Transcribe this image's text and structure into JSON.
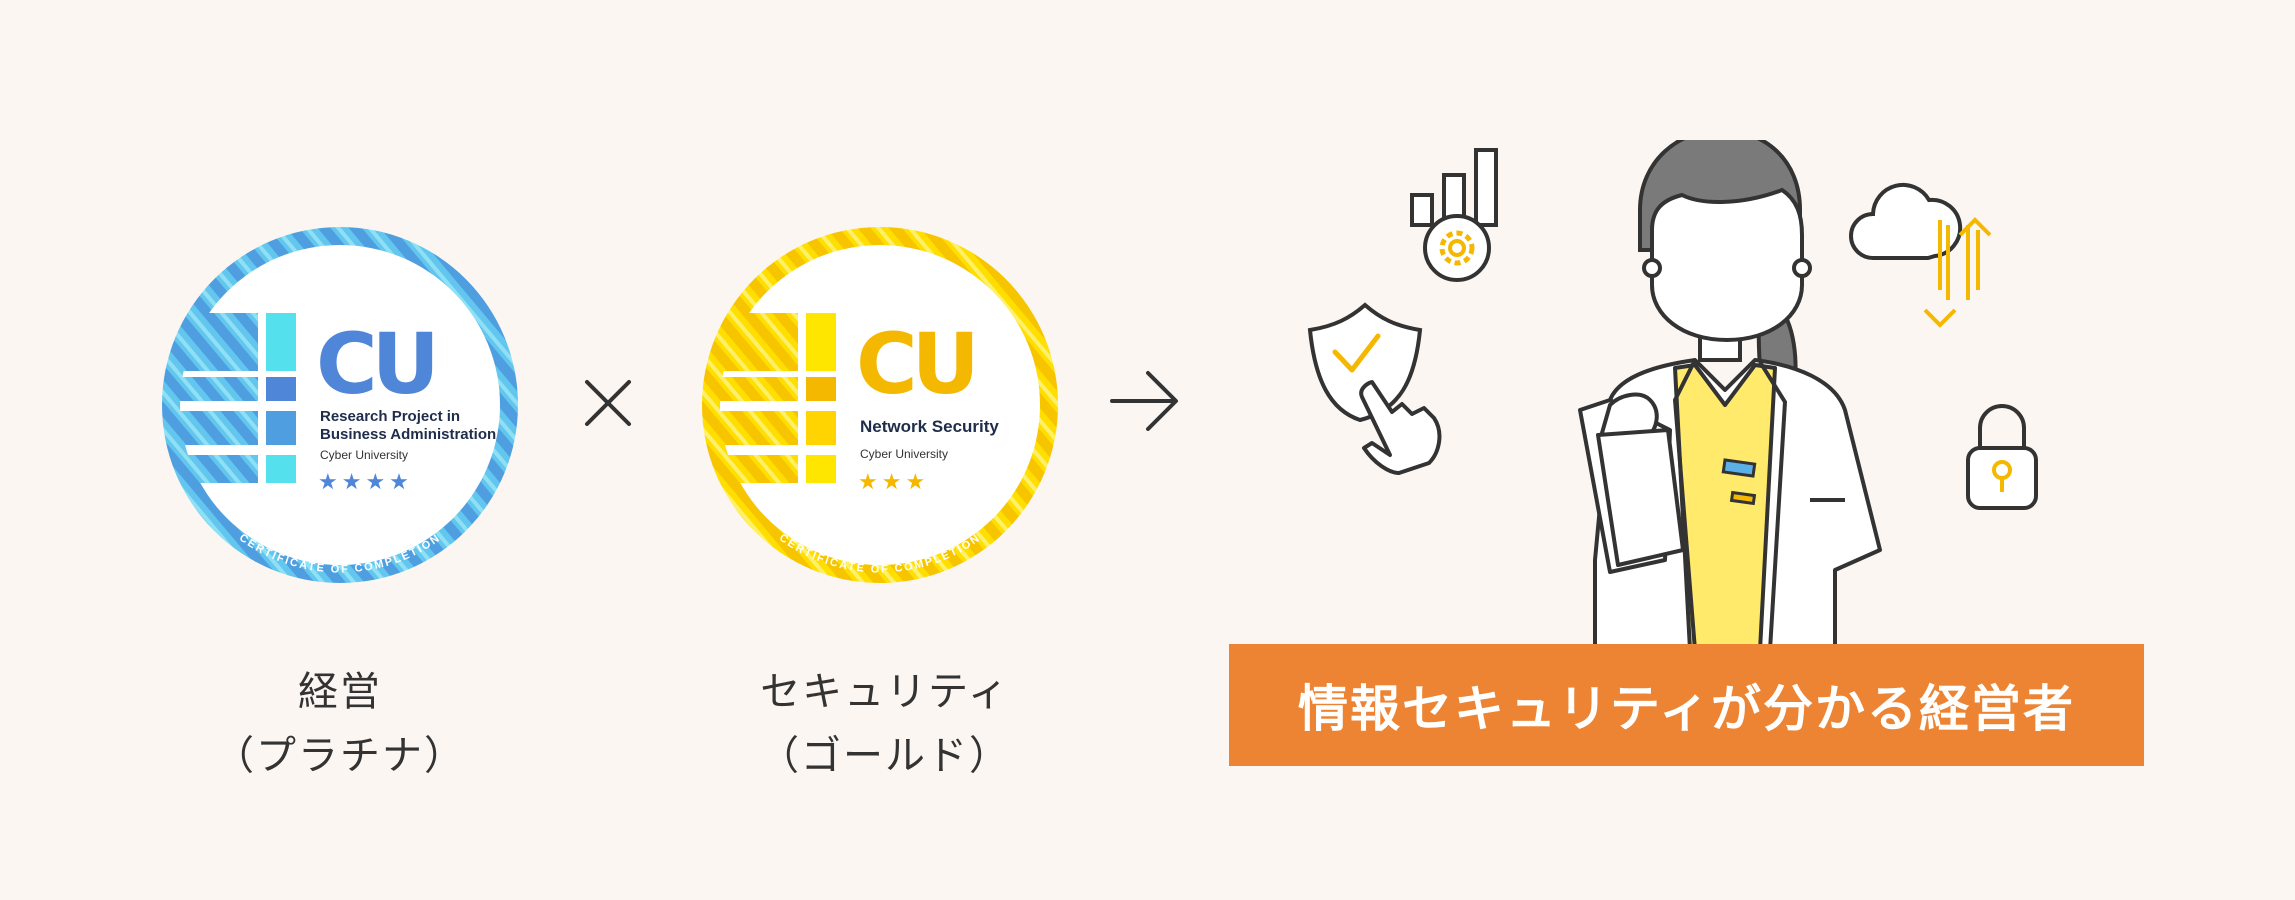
{
  "badges": [
    {
      "logo": "CU",
      "title_line1": "Research Project in",
      "title_line2": "Business Administration",
      "university": "Cyber University",
      "stars": 4,
      "star_glyphs": "★★★★",
      "ring_text": "CERTIFICATE OF COMPLETION",
      "caption_line1": "経営",
      "caption_line2": "（プラチナ）",
      "colors": {
        "ring": "#5bc0eb",
        "accent": "#4f86d8"
      }
    },
    {
      "logo": "CU",
      "title_line1": "Network Security",
      "title_line2": "",
      "university": "Cyber University",
      "stars": 3,
      "star_glyphs": "★★★",
      "ring_text": "CERTIFICATE OF COMPLETION",
      "caption_line1": "セキュリティ",
      "caption_line2": "（ゴールド）",
      "colors": {
        "ring": "#ffdd00",
        "accent": "#f5b800"
      }
    }
  ],
  "operators": {
    "times": "×",
    "arrow": "→"
  },
  "result": {
    "label": "情報セキュリティが分かる経営者",
    "color": "#ec8433"
  },
  "icons": [
    "chart-gear-icon",
    "cloud-sync-icon",
    "shield-check-icon",
    "padlock-icon",
    "pointing-hand-icon"
  ]
}
